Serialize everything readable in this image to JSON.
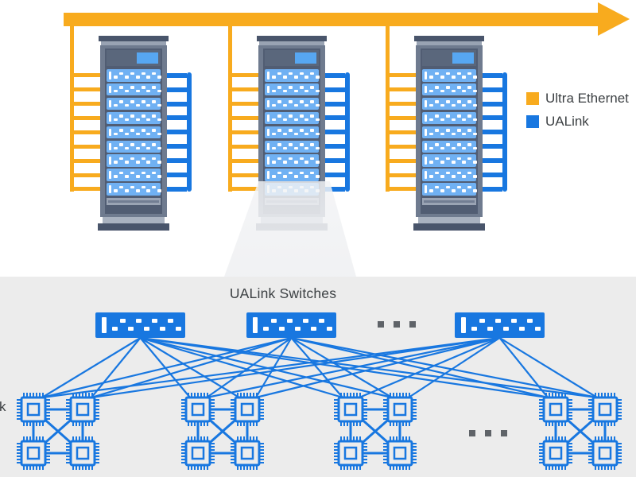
{
  "top_diagram": {
    "legend": {
      "items": [
        {
          "label": "Ultra Ethernet",
          "icon": "orange-square-icon",
          "color": "#F8AB1E"
        },
        {
          "label": "UALink",
          "icon": "blue-square-icon",
          "color": "#1877E0"
        }
      ]
    },
    "racks": {
      "count": 3,
      "server_units_per_rack": 9
    },
    "arrow_color": "#F8AB1E"
  },
  "bottom_diagram": {
    "title": "UALink Switches",
    "left_edge_text_fragment": "k",
    "switches": {
      "count": 3,
      "ellipsis": "..."
    },
    "clusters": {
      "count": 4,
      "chips_per_cluster": 4,
      "ellipsis": "..."
    }
  },
  "colors": {
    "ultra_ethernet_orange": "#F8AB1E",
    "ualink_blue": "#1877E0",
    "unit_blue": "#70B1F3",
    "unit_accent_blue": "#57A7F2",
    "rack_frame_gray": "#6F7B8F",
    "rack_dark_slate": "#49556B",
    "rack_interior": "#515D73",
    "rack_top_band": "#5A677C",
    "rack_light_gray": "#9AA4B4",
    "rack_base_light": "#A9B2C0",
    "section_bg_gray": "#ECECEC",
    "label_text": "#3C4043",
    "ellipsis_gray": "#5F6368"
  }
}
